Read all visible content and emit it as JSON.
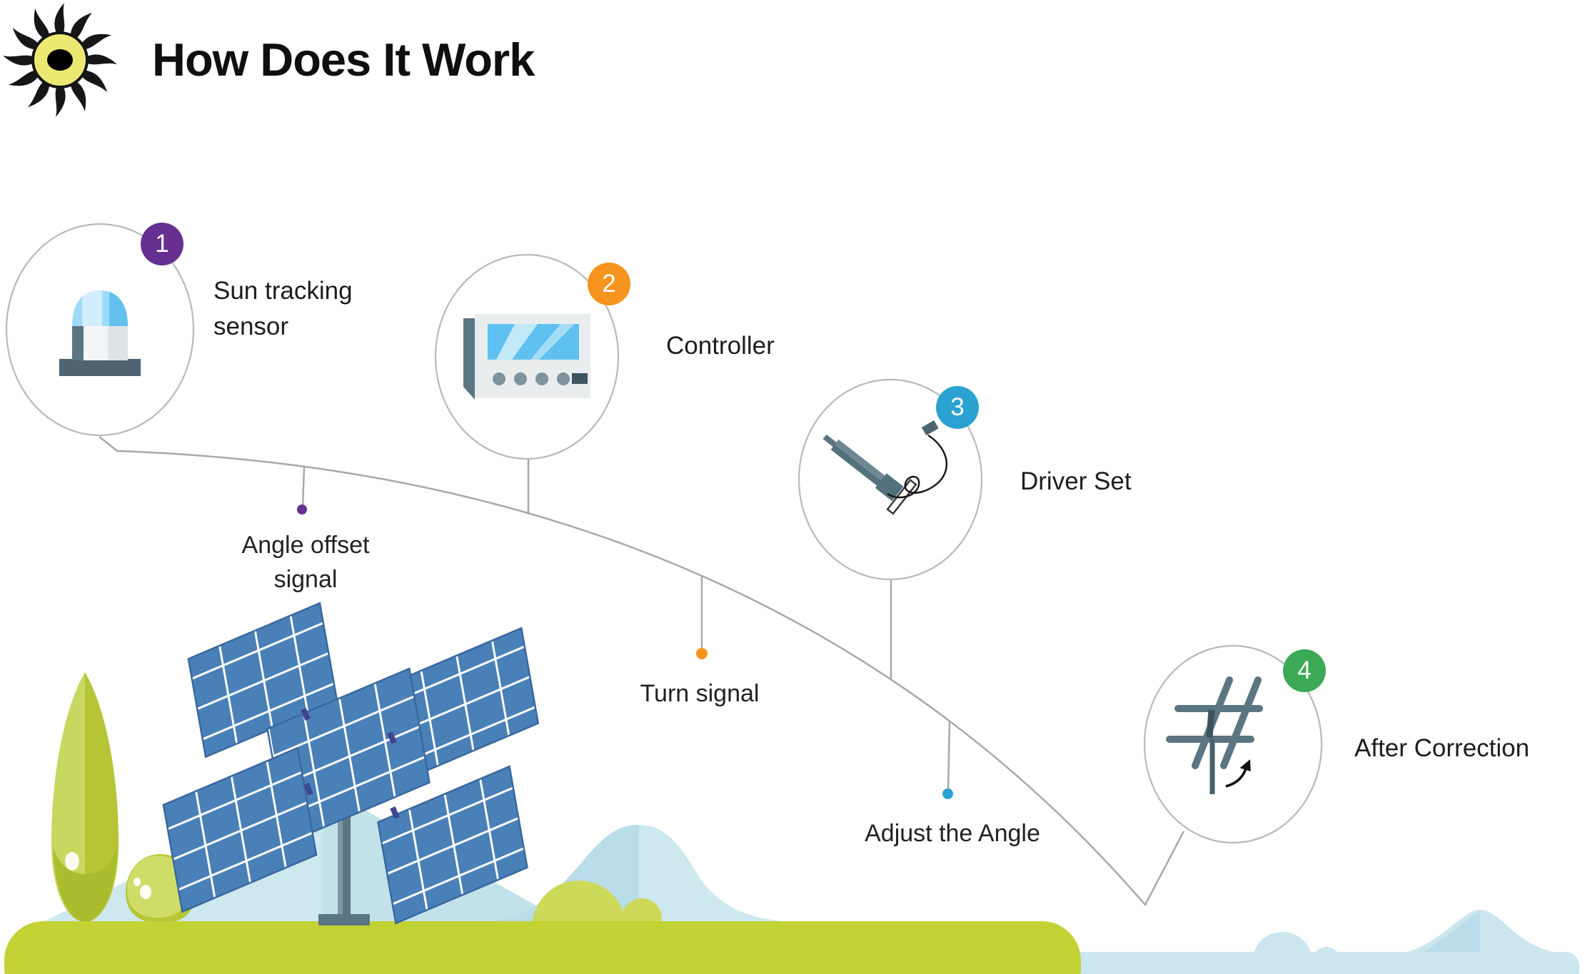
{
  "header": {
    "title": "How Does It Work",
    "logo_icon": "sun-logo"
  },
  "steps": [
    {
      "number": "1",
      "label": "Sun tracking sensor",
      "lines": [
        "Sun tracking",
        "sensor"
      ],
      "badge_color": "#673090",
      "icon": "sun-tracking-sensor-icon"
    },
    {
      "number": "2",
      "label": "Controller",
      "lines": [
        "Controller"
      ],
      "badge_color": "#F7941D",
      "icon": "controller-icon"
    },
    {
      "number": "3",
      "label": "Driver Set",
      "lines": [
        "Driver Set"
      ],
      "badge_color": "#2BA2D1",
      "icon": "driver-set-icon"
    },
    {
      "number": "4",
      "label": "After Correction",
      "lines": [
        "After Correction"
      ],
      "badge_color": "#3BA956",
      "icon": "corrected-panel-icon"
    }
  ],
  "signals": [
    {
      "label": "Angle offset signal",
      "lines": [
        "Angle offset",
        "signal"
      ],
      "dot_color": "#673090"
    },
    {
      "label": "Turn signal",
      "lines": [
        "Turn signal"
      ],
      "dot_color": "#F7941D"
    },
    {
      "label": "Adjust the Angle",
      "lines": [
        "Adjust the Angle"
      ],
      "dot_color": "#2BA2D1"
    }
  ],
  "colors": {
    "panel_blue": "#4A80B8",
    "ground_green": "#C3D234",
    "hill_blue": "#CDE8EF",
    "hill_blue_dark": "#B9DDE9",
    "tree_green_light": "#C8D75F",
    "tree_green_dark": "#B5C535",
    "slate": "#5B7682",
    "sun_yellow": "#ECE973",
    "line_gray": "#A9A9A9"
  }
}
